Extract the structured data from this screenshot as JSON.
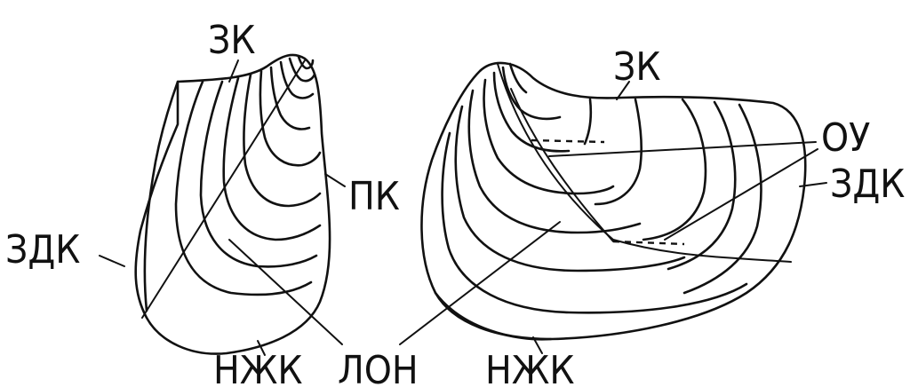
{
  "labels": {
    "zk": "ЗК",
    "pk": "ПК",
    "zdk": "ЗДК",
    "nzhk": "НЖК",
    "lon": "ЛОН",
    "ou": "ОУ"
  },
  "colors": {
    "ink": "#111111",
    "paper": "#ffffff"
  }
}
